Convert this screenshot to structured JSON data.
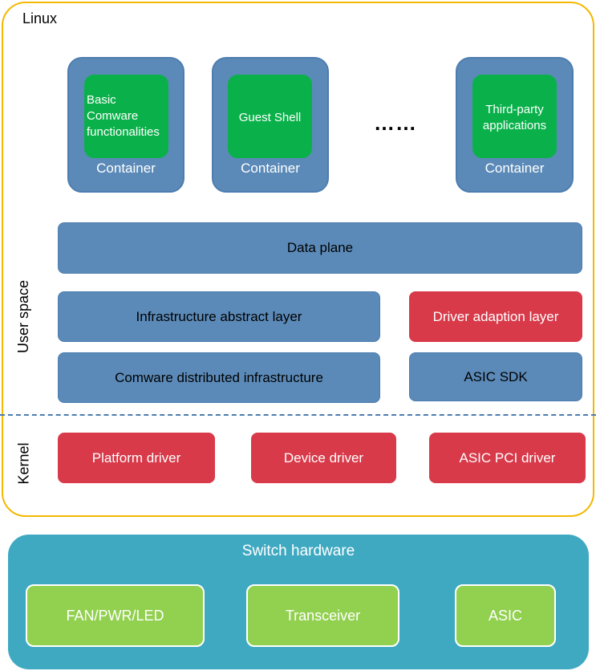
{
  "linux": {
    "label": "Linux"
  },
  "containers": [
    {
      "app": "Basic Comware functionalities",
      "label": "Container"
    },
    {
      "app": "Guest Shell",
      "label": "Container"
    },
    {
      "app": "Third-party applications",
      "label": "Container"
    }
  ],
  "ellipsis": "……",
  "layers": {
    "data_plane": "Data plane",
    "infrastructure_abstract": "Infrastructure abstract layer",
    "driver_adaption": "Driver adaption layer",
    "comware_distributed": "Comware distributed infrastructure",
    "asic_sdk": "ASIC SDK"
  },
  "spaces": {
    "user": "User space",
    "kernel": "Kernel"
  },
  "drivers": {
    "platform": "Platform driver",
    "device": "Device driver",
    "asic_pci": "ASIC PCI driver"
  },
  "hardware": {
    "title": "Switch hardware",
    "items": [
      "FAN/PWR/LED",
      "Transceiver",
      "ASIC"
    ]
  },
  "colors": {
    "linux_border": "#f4b800",
    "container_blue": "#5b8ab8",
    "app_green": "#0ab14a",
    "driver_red": "#d83a4a",
    "hardware_teal": "#3fa9c1",
    "hardware_item_green": "#92d050"
  }
}
